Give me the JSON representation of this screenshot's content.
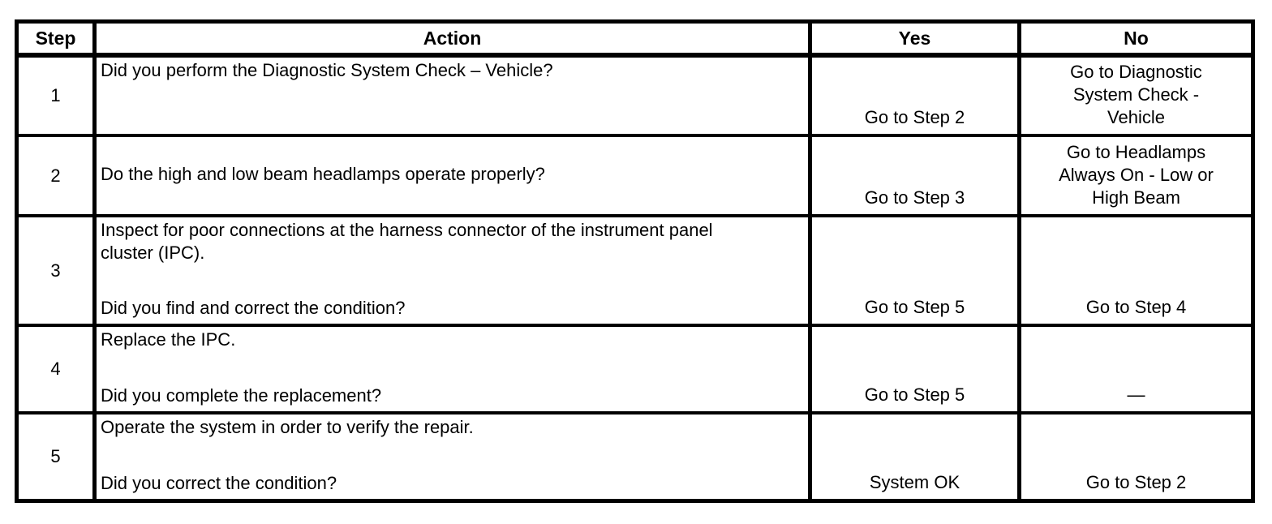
{
  "table": {
    "columns": [
      "Step",
      "Action",
      "Yes",
      "No"
    ],
    "rows": [
      {
        "step": "1",
        "action": [
          "Did you perform the Diagnostic System Check – Vehicle?"
        ],
        "action_valign": "top",
        "yes": "Go to Step 2",
        "no": "Go to Diagnostic\nSystem Check -\nVehicle"
      },
      {
        "step": "2",
        "action": [
          "Do the high and low beam headlamps operate properly?"
        ],
        "action_valign": "middle",
        "yes": "Go to Step 3",
        "no": "Go to Headlamps\nAlways On - Low or\nHigh Beam"
      },
      {
        "step": "3",
        "action": [
          "Inspect for poor connections at the harness connector of the instrument panel\ncluster (IPC).",
          "Did you find and correct the condition?"
        ],
        "action_valign": "between",
        "yes": "Go to Step 5",
        "no": "Go to Step 4"
      },
      {
        "step": "4",
        "action": [
          "Replace the IPC.",
          "Did you complete the replacement?"
        ],
        "action_valign": "between",
        "yes": "Go to Step 5",
        "no": "—"
      },
      {
        "step": "5",
        "action": [
          "Operate the system in order to verify the repair.",
          "Did you correct the condition?"
        ],
        "action_valign": "between",
        "yes": "System OK",
        "no": "Go to Step 2"
      }
    ],
    "colors": {
      "border": "#000000",
      "text": "#000000",
      "background": "#ffffff"
    }
  }
}
